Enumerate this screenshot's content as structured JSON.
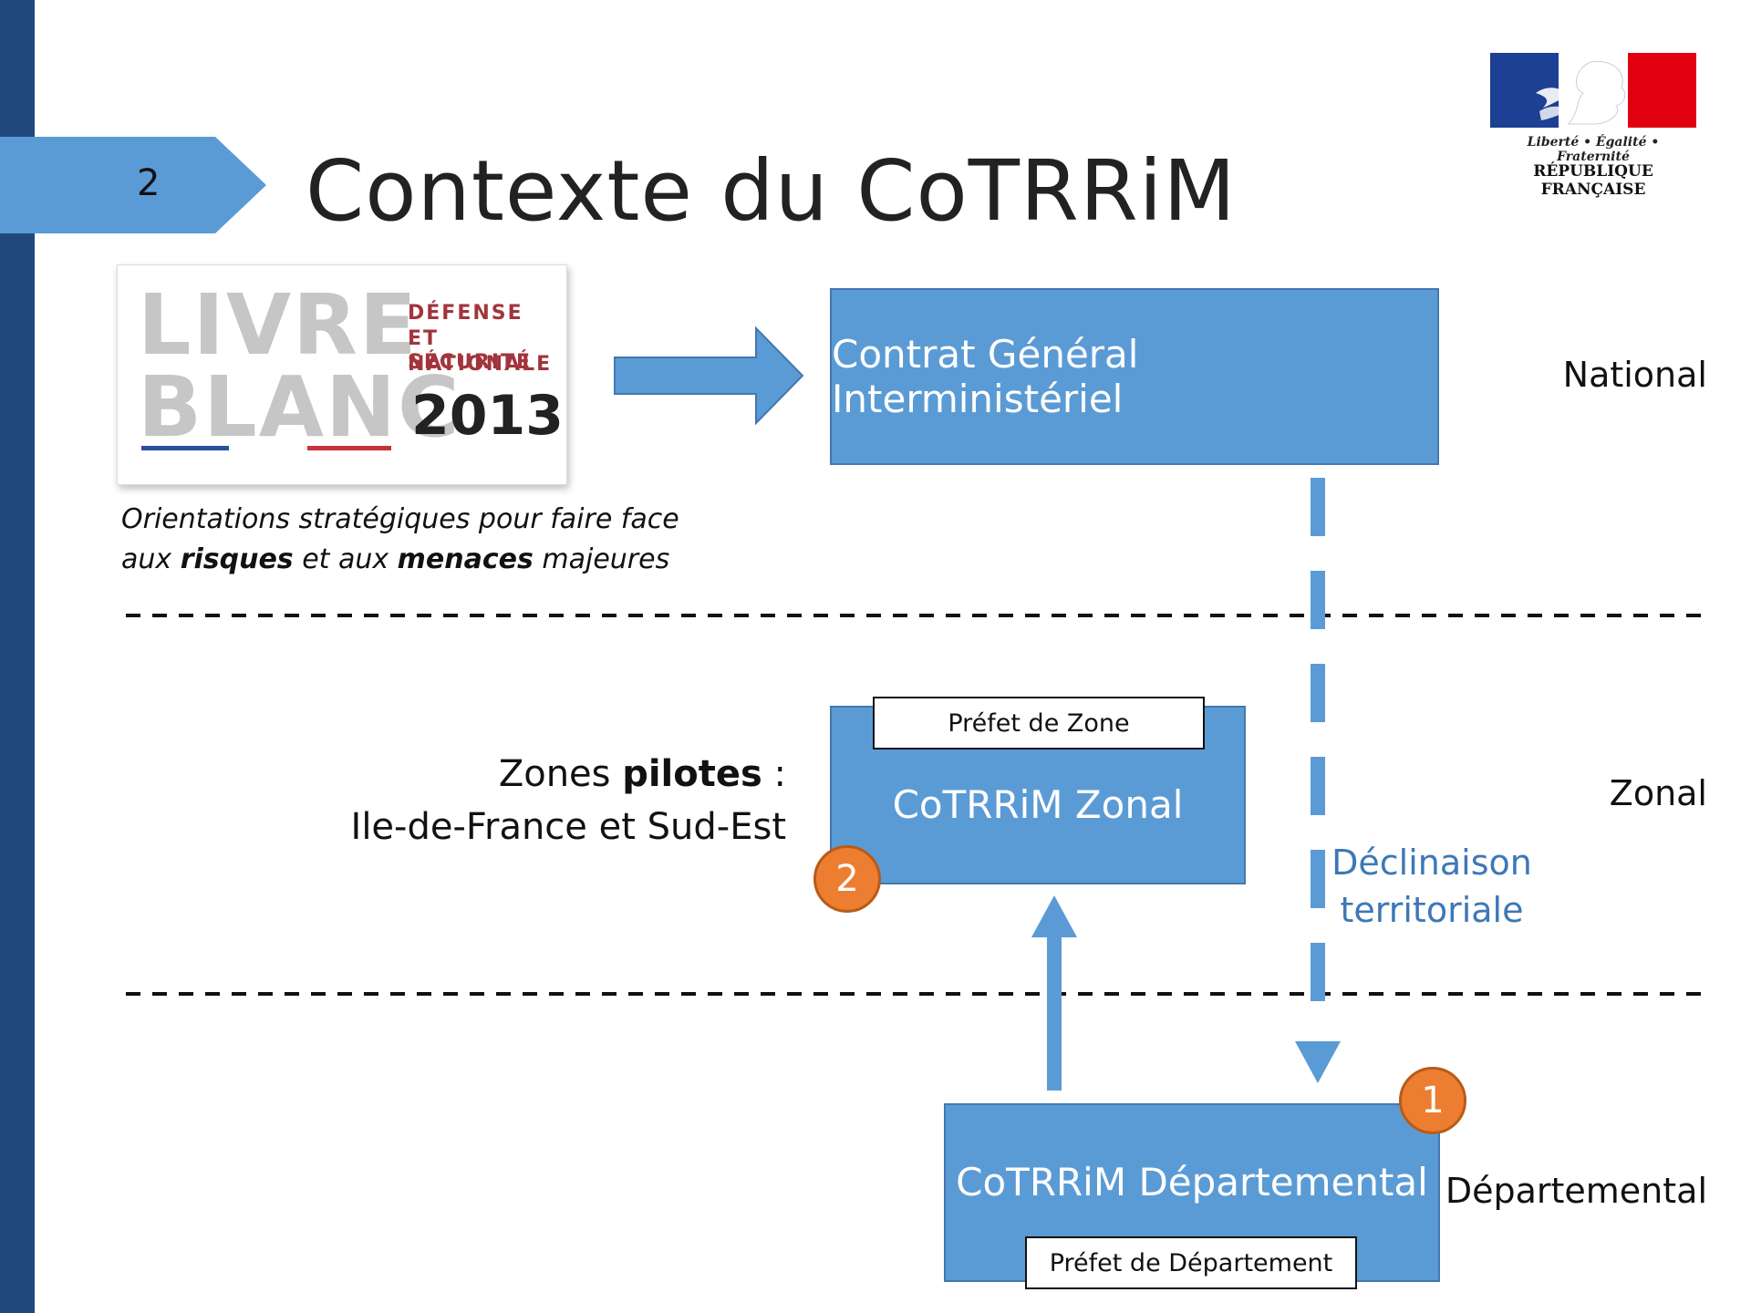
{
  "slide": {
    "number": "2",
    "title": "Contexte du CoTRRiM"
  },
  "logo": {
    "motto": "Liberté • Égalité • Fraternité",
    "name": "RÉPUBLIQUE FRANÇAISE",
    "colors": {
      "blue": "#1d3f94",
      "white": "#ffffff",
      "red": "#e1000f"
    }
  },
  "livre_blanc": {
    "line1": "LIVRE",
    "line2": "BLANC",
    "small1": "DÉFENSE",
    "small2": "ET SÉCURITÉ",
    "small3": "NATIONALE",
    "year": "2013"
  },
  "orientations": {
    "line1": "Orientations stratégiques pour faire face",
    "line2_a": "aux ",
    "line2_b": "risques",
    "line2_c": " et aux ",
    "line2_d": "menaces",
    "line2_e": " majeures"
  },
  "boxes": {
    "national": "Contrat Général Interministériel",
    "zonal": "CoTRRiM Zonal",
    "departemental": "CoTRRiM Départemental"
  },
  "labels": {
    "prefet_zone": "Préfet de Zone",
    "prefet_dep": "Préfet de Département"
  },
  "levels": {
    "national": "National",
    "zonal": "Zonal",
    "departemental": "Départemental"
  },
  "zones": {
    "prefix": "Zones ",
    "bold": "pilotes",
    "suffix": " :",
    "line2": "Ile-de-France et Sud-Est"
  },
  "declinaison": {
    "line1": "Déclinaison",
    "line2": "territoriale"
  },
  "badges": {
    "one": "1",
    "two": "2"
  },
  "colors": {
    "box_fill": "#5b9bd5",
    "box_border": "#4477b0",
    "sidebar": "#1f497d",
    "badge": "#ed7d31",
    "declinaison_text": "#3d78b6"
  }
}
